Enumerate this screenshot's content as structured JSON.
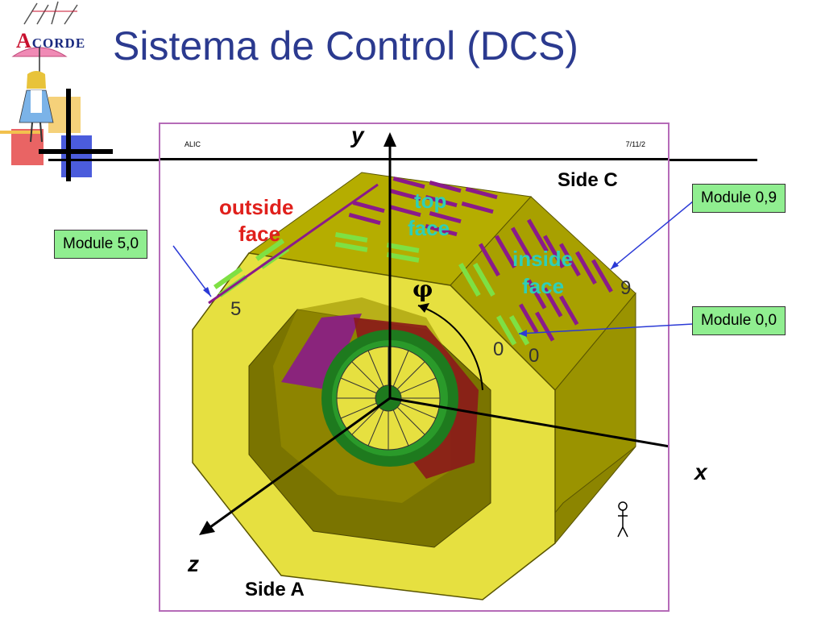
{
  "slide": {
    "title": "Sistema de Control (DCS)"
  },
  "logo": {
    "letter": "A",
    "rest": "CORDE"
  },
  "frame": {
    "header_left": "ALIC",
    "header_right": "7/11/2"
  },
  "labels": {
    "side_c": "Side C",
    "side_a": "Side A",
    "outside_face_1": "outside",
    "outside_face_2": "face",
    "top_face_1": "top",
    "top_face_2": "face",
    "inside_face_1": "inside",
    "inside_face_2": "face",
    "phi": "φ",
    "num_5": "5",
    "num_9": "9",
    "num_0a": "0",
    "num_0b": "0"
  },
  "axes": {
    "x": "x",
    "y": "y",
    "z": "z"
  },
  "callouts": {
    "module_0_9": "Module 0,9",
    "module_5_0": "Module 5,0",
    "module_0_0": "Module 0,0"
  },
  "colors": {
    "title": "#2b3a8f",
    "yellow_face": "#e6e040",
    "olive_face": "#a8a000",
    "dark_olive": "#7a7400",
    "module_purple": "#8a1a8a",
    "module_green": "#7ee043",
    "outside_face_label": "#e0201c",
    "face_label_cyan": "#2ecfb8",
    "callout_bg": "#90ee90",
    "frame_border": "#b56bb8"
  }
}
